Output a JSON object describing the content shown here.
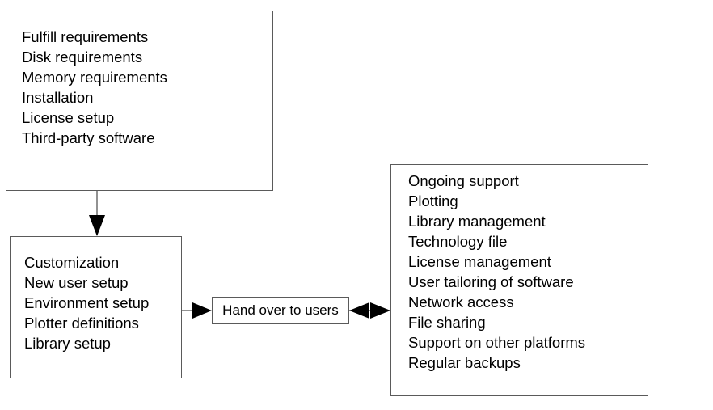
{
  "diagram": {
    "type": "flow-diagram",
    "background_color": "#ffffff",
    "text_color": "#000000",
    "border_color": "#5a5a5a",
    "arrow_color": "#000000",
    "boxes": [
      {
        "id": "requirements",
        "name": "pre-installation-requirements",
        "items": [
          "Fulfill requirements",
          "Disk requirements",
          "Memory requirements",
          "Installation",
          "License setup",
          "Third-party software"
        ]
      },
      {
        "id": "setup",
        "name": "customization-and-setup",
        "items": [
          "Customization",
          "New user setup",
          "Environment setup",
          "Plotter definitions",
          "Library setup"
        ]
      },
      {
        "id": "support",
        "name": "ongoing-support",
        "items": [
          "Ongoing support",
          "Plotting",
          "Library management",
          "Technology file",
          "License management",
          "User tailoring of software",
          "Network access",
          "File sharing",
          "Support on other platforms",
          "Regular backups"
        ]
      }
    ],
    "handover": {
      "label": "Hand over to users"
    },
    "connectors": [
      {
        "name": "requirements-to-setup",
        "direction": "down",
        "heads": 1
      },
      {
        "name": "setup-to-handover",
        "direction": "right",
        "heads": 1
      },
      {
        "name": "handover-to-support",
        "direction": "both",
        "heads": 2
      }
    ]
  }
}
